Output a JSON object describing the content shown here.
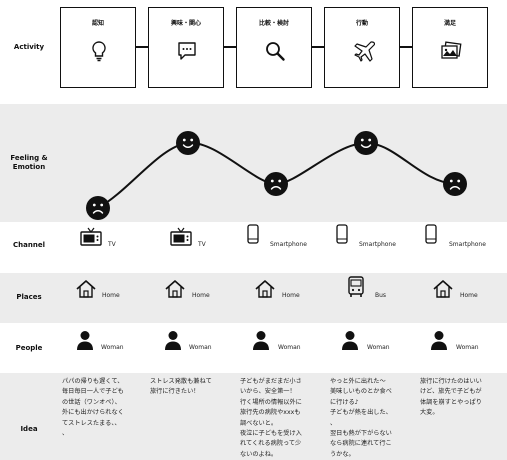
{
  "row_labels": {
    "activity": "Activity",
    "feeling_line1": "Feeling &",
    "feeling_line2": "Emotion",
    "channel": "Channel",
    "places": "Places",
    "people": "People",
    "idea": "Idea"
  },
  "stages": [
    {
      "title": "認知",
      "icon": "lightbulb-icon",
      "emotion": "sad",
      "channel": "TV",
      "channel_icon": "tv-icon",
      "place": "Home",
      "place_icon": "house-icon",
      "person": "Woman",
      "idea": "パパの帰りも遅くて、\n毎日毎日一人で子ども\nの世話（ワンオペ）、\n外にも出かけられなく\nてストレスたまる、、\n、"
    },
    {
      "title": "興味・関心",
      "icon": "chat-bubble-icon",
      "emotion": "happy",
      "channel": "TV",
      "channel_icon": "tv-icon",
      "place": "Home",
      "place_icon": "house-icon",
      "person": "Woman",
      "idea": "ストレス発散も兼ねて\n旅行に行きたい！"
    },
    {
      "title": "比較・検討",
      "icon": "search-icon",
      "emotion": "sad",
      "channel": "Smartphone",
      "channel_icon": "smartphone-icon",
      "place": "Home",
      "place_icon": "house-icon",
      "person": "Woman",
      "idea": "子どもがまだまだ小さ\nいから、安全第一！\n行く場所の情報以外に\n旅行先の病院やxxxも\n調べないと。\n夜泣に子どもを受け入\nれてくれる病院って少\nないのよね。"
    },
    {
      "title": "行動",
      "icon": "airplane-icon",
      "emotion": "happy",
      "channel": "Smartphone",
      "channel_icon": "smartphone-icon",
      "place": "Bus",
      "place_icon": "bus-icon",
      "person": "Woman",
      "idea": "やっと外に出れた〜\n美味しいものとか食べ\nに行ける♪\n子どもが熱を出した、\n、\n翌日も熱が下がらない\nなら病院に連れて行こ\nうかな。"
    },
    {
      "title": "満足",
      "icon": "photos-icon",
      "emotion": "sad",
      "channel": "Smartphone",
      "channel_icon": "smartphone-icon",
      "place": "Home",
      "place_icon": "house-icon",
      "person": "Woman",
      "idea": "旅行に行けたのはいい\nけど、旅先で子どもが\n体調を崩すとやっぱり\n大変。"
    }
  ]
}
